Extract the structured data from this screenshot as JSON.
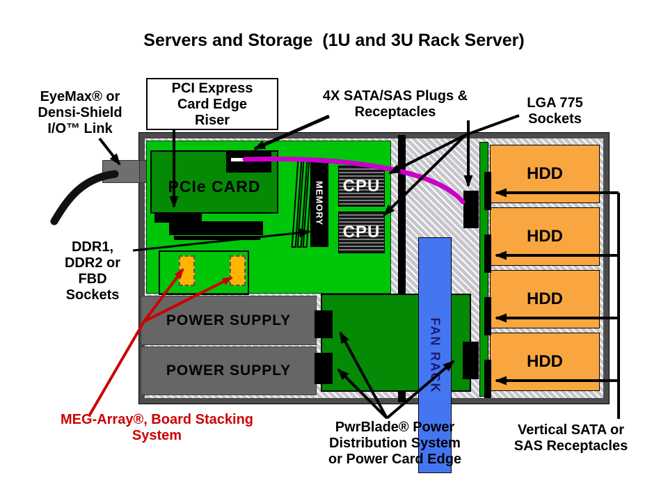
{
  "title": "Servers and Storage  (1U and 3U Rack Server)",
  "callouts": {
    "eyemax": "EyeMax® or\nDensi-Shield\nI/O™ Link",
    "pci_riser": "PCI Express\nCard Edge\nRiser",
    "sata_plugs": "4X SATA/SAS Plugs &\nReceptacles",
    "lga_sockets": "LGA 775\nSockets",
    "ddr_sockets": "DDR1,\nDDR2 or\nFBD\nSockets",
    "meg_array": "MEG-Array®, Board Stacking\nSystem",
    "pwrblade": "PwrBlade® Power\nDistribution System\nor Power Card Edge",
    "vertical_sata": "Vertical SATA or\nSAS Receptacles"
  },
  "board": {
    "pcie_card": "PCIe CARD",
    "memory": "MEMORY",
    "cpu": "CPU",
    "fan_rack": "FAN RACK",
    "hdd": "HDD",
    "power_supply": "POWER SUPPLY"
  },
  "colors": {
    "board_green": "#00c60a",
    "dark_green": "#048a04",
    "strip_green": "#029a02",
    "fan_blue": "#4576f2",
    "fan_text": "#1b1b70",
    "hdd_orange": "#f9a640",
    "socket_orange": "#ffb400",
    "ps_gray": "#666666",
    "chassis_gray": "#4b4b4b",
    "hatch_gray": "#c6c6cc",
    "io_gray": "#6f6f6f",
    "magenta": "#c800c8",
    "annot_red": "#cc0000"
  }
}
